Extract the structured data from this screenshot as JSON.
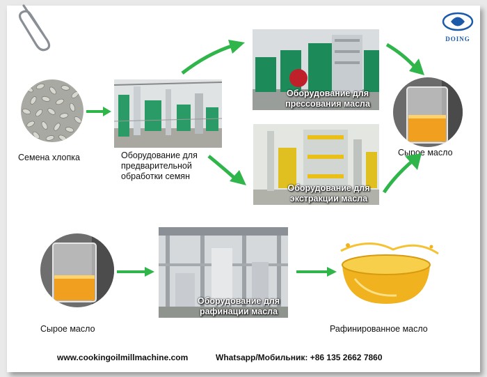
{
  "nodes": {
    "seeds_label": "Семена хлопка",
    "pretreat_label": "Оборудование для\nпредварительной\nобработки семян",
    "pressing_caption": "Оборудование для\nпрессования масла",
    "extraction_caption": "Оборудование для\nэкстракции масла",
    "crude_top_label": "Сырое масло",
    "crude_bottom_label": "Сырое масло",
    "refining_caption": "Оборудование для\nрафинации масла",
    "refined_label": "Рафинированное масло"
  },
  "footer": {
    "website": "www.cookingoilmillmachine.com",
    "contact": "Whatsapp/Мобильник: +86 135 2662 7860"
  },
  "logo": {
    "text": "DOING",
    "color": "#1a5aa8"
  },
  "colors": {
    "arrow": "#2fb54a",
    "oil": "#f0a01e",
    "equipment_green": "#1d8a5a"
  }
}
